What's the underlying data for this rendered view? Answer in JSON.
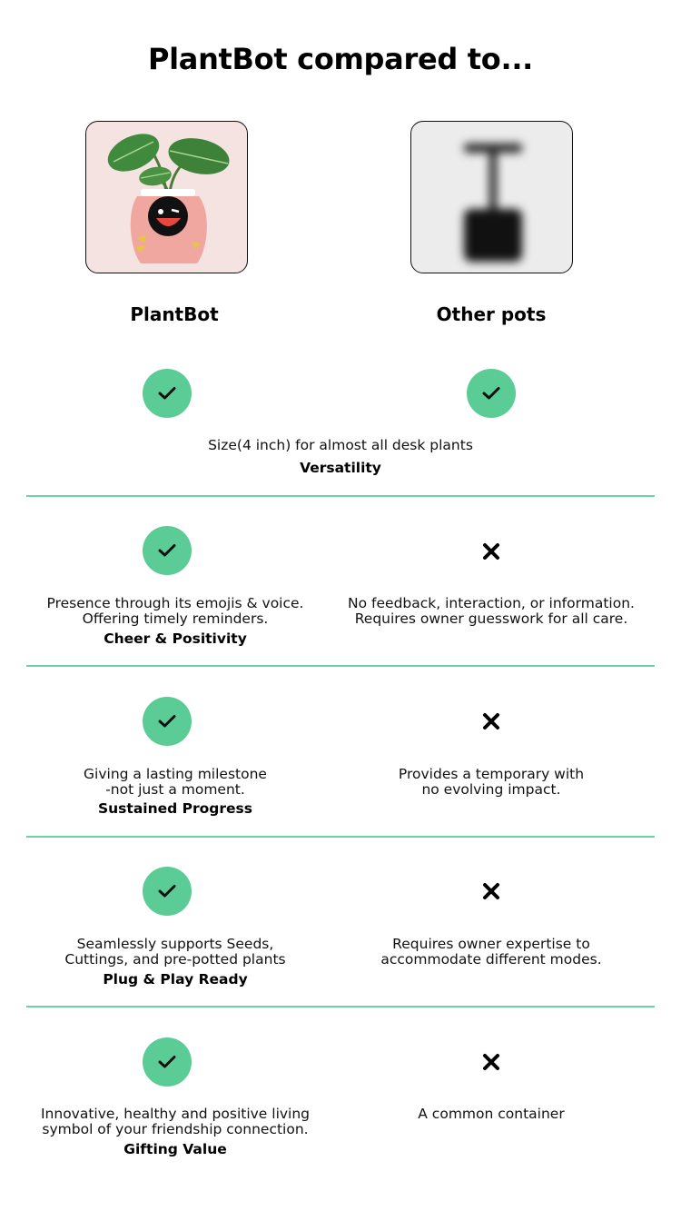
{
  "title": "PlantBot compared to...",
  "columns": {
    "left": "PlantBot",
    "right": "Other pots"
  },
  "colors": {
    "check_green": "#5ccc96",
    "divider_green": "#6dd3a2",
    "plantbot_card_bg": "#f5e3e1",
    "other_card_bg": "#ececec"
  },
  "icons": {
    "check": "check-icon",
    "cross": "x-icon"
  },
  "rows": [
    {
      "feature": "Versatility",
      "plantbot": "yes",
      "other": "yes",
      "shared_description": "Size(4 inch) for almost all desk plants"
    },
    {
      "feature": "Cheer & Positivity",
      "plantbot": "yes",
      "other": "no",
      "plantbot_lines": [
        "Presence through its emojis & voice.",
        "Offering timely reminders."
      ],
      "other_lines": [
        "No feedback, interaction, or information.",
        "Requires owner guesswork for all care."
      ]
    },
    {
      "feature": "Sustained Progress",
      "plantbot": "yes",
      "other": "no",
      "plantbot_lines": [
        "Giving a lasting milestone",
        "-not just a moment."
      ],
      "other_lines": [
        "Provides a temporary with",
        "no evolving impact."
      ]
    },
    {
      "feature": "Plug & Play Ready",
      "plantbot": "yes",
      "other": "no",
      "plantbot_lines": [
        "Seamlessly supports Seeds,",
        "Cuttings, and pre-potted plants"
      ],
      "other_lines": [
        "Requires owner expertise to",
        "accommodate different modes."
      ]
    },
    {
      "feature": "Gifting Value",
      "plantbot": "yes",
      "other": "no",
      "plantbot_lines": [
        "Innovative, healthy and positive living",
        "symbol of your friendship connection."
      ],
      "other_lines": [
        "A common container"
      ]
    }
  ]
}
